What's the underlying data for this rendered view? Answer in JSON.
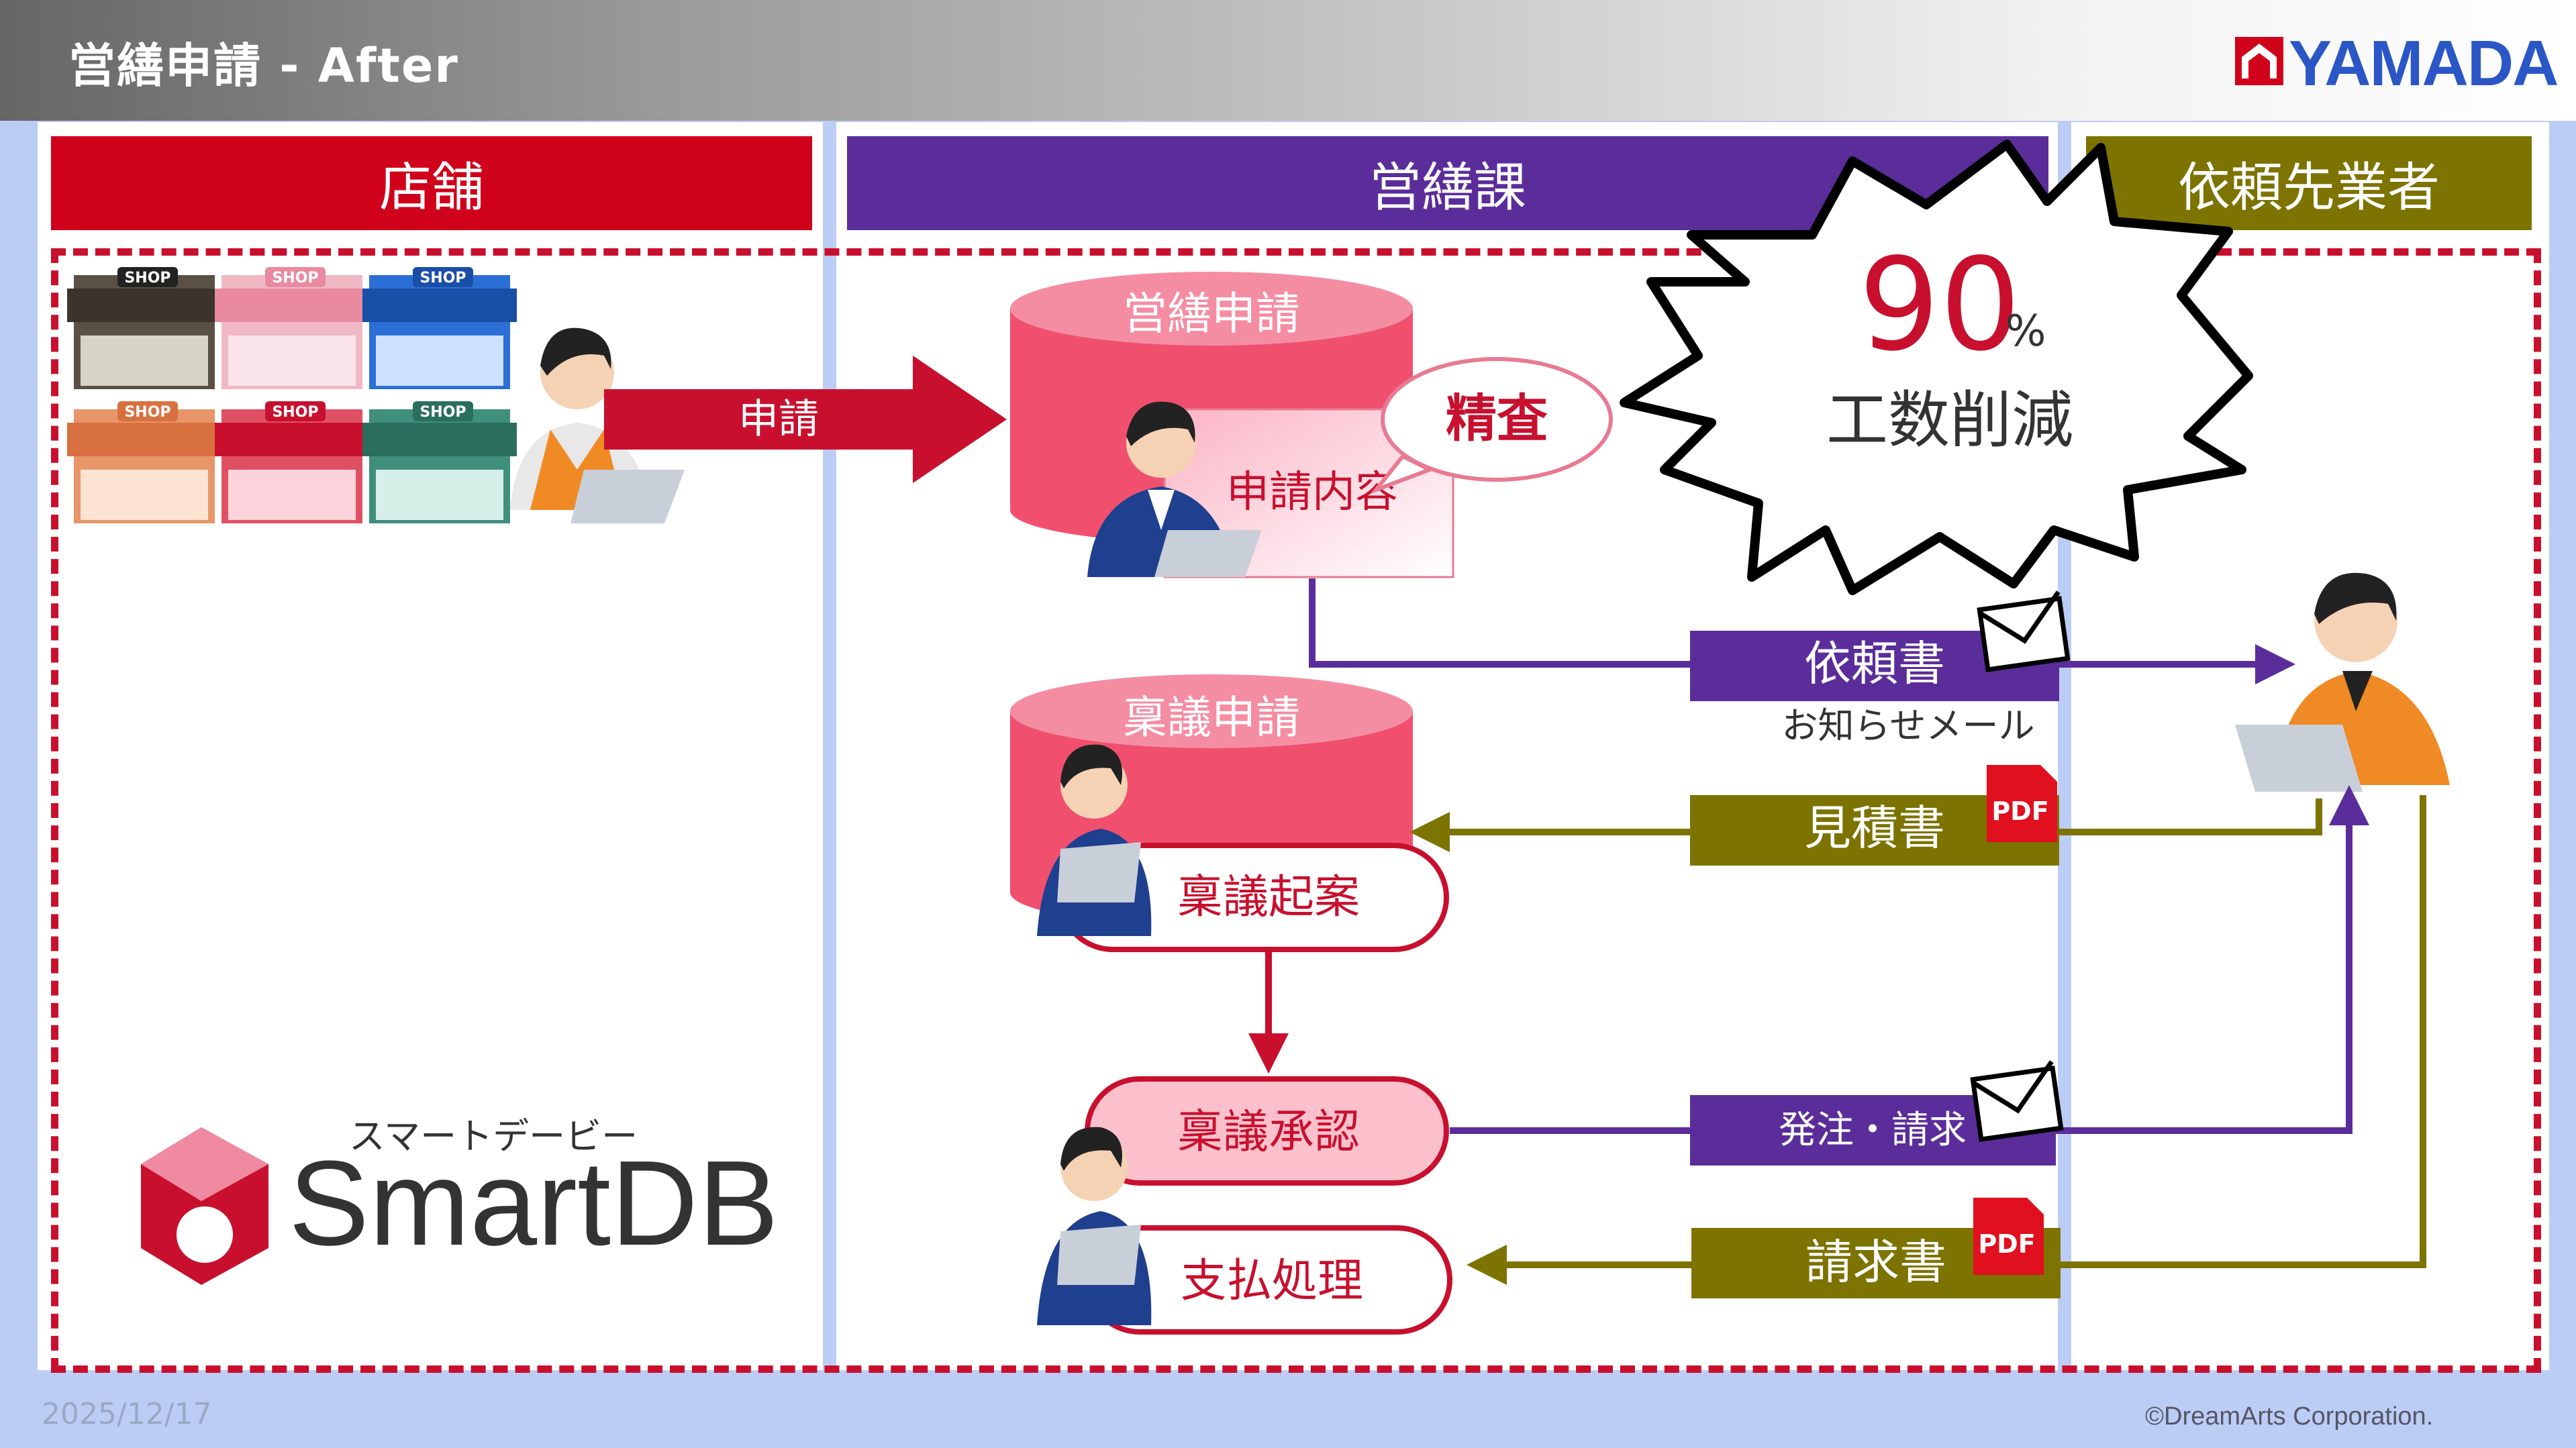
{
  "header": {
    "title": "営繕申請 - After",
    "brand": "YAMADA"
  },
  "lanes": [
    {
      "label": "店舗",
      "color": "#d0021b"
    },
    {
      "label": "営繕課",
      "color": "#5b2d9a"
    },
    {
      "label": "依頼先業者",
      "color": "#7d7300"
    }
  ],
  "flow": {
    "apply_arrow": "申請",
    "db_eizen": "営繕申請",
    "apply_content": "申請内容",
    "inspect_bubble": "精査",
    "burst_value": "90",
    "burst_unit": "%",
    "burst_text": "工数削減",
    "db_ringi": "稟議申請",
    "ringi_draft": "稟議起案",
    "ringi_approve": "稟議承認",
    "payment": "支払処理",
    "request_doc": "依頼書",
    "request_note": "お知らせメール",
    "estimate": "見積書",
    "order": "発注・請求",
    "invoice": "請求書",
    "pdf": "PDF",
    "shop": "SHOP"
  },
  "product": {
    "kana": "スマートデービー",
    "name": "SmartDB"
  },
  "footer": {
    "date": "2025/12/17",
    "copyright": "©DreamArts Corporation."
  },
  "icons": [
    "shop-icon",
    "person-icon",
    "envelope-icon",
    "pdf-icon",
    "database-icon"
  ]
}
